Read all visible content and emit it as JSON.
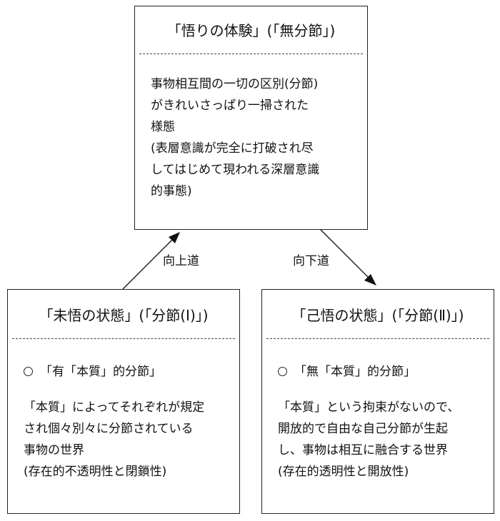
{
  "top_box": {
    "title": "「悟りの体験」(「無分節」)",
    "lines": [
      "事物相互間の一切の区別(分節)",
      "がきれいさっぱり一掃された",
      "様態",
      "(表層意識が完全に打破され尽",
      "してはじめて現われる深層意識",
      "的事態)"
    ]
  },
  "left_box": {
    "title": "「未悟の状態」(「分節(Ⅰ)」)",
    "bullet": "「有「本質」的分節」",
    "lines": [
      "「本質」によってそれぞれが規定",
      "され個々別々に分節されている",
      "事物の世界",
      "(存在的不透明性と閉鎖性)"
    ]
  },
  "right_box": {
    "title": "「己悟の状態」(「分節(Ⅱ)」)",
    "bullet": "「無「本質」的分節」",
    "lines": [
      "「本質」という拘束がないので、",
      "開放的で自由な自己分節が生起",
      "し、事物は相互に融合する世界",
      "(存在的透明性と開放性)"
    ]
  },
  "arrows": {
    "up_label": "向上道",
    "down_label": "向下道"
  }
}
